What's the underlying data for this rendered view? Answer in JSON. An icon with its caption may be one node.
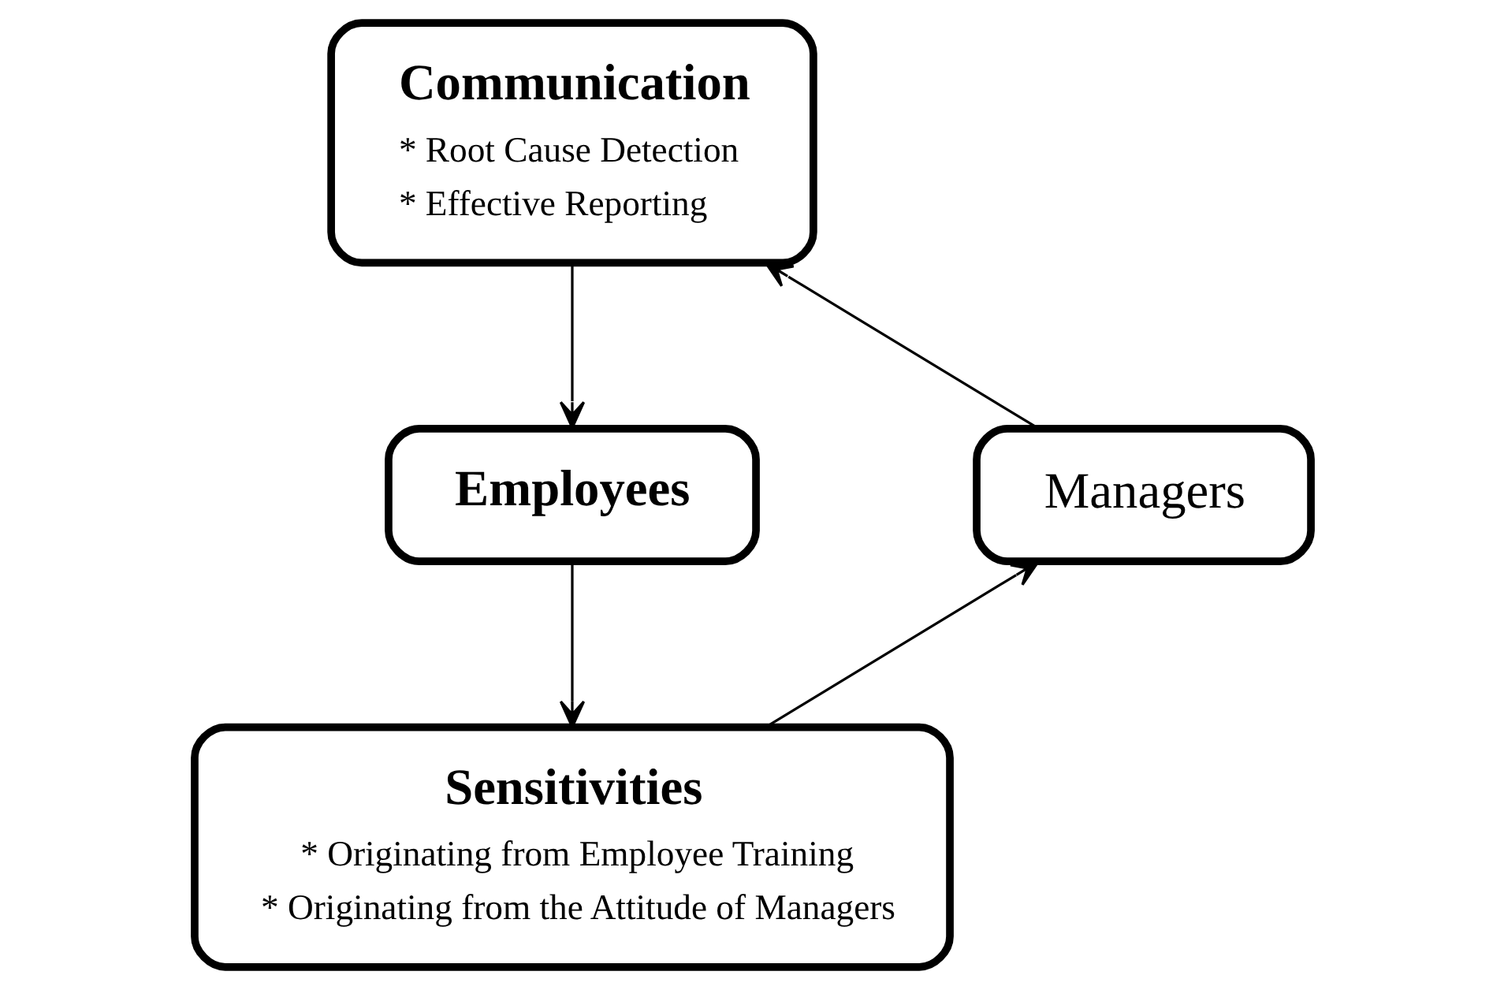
{
  "diagram": {
    "nodes": [
      {
        "text": [
          "Communication",
          "* Root Cause Detection",
          "* Effective Reporting"
        ]
      },
      {
        "text": [
          "Employees"
        ]
      },
      {
        "text": [
          "Sensitivities",
          "* Originating from Employee Training",
          "* Originating from the Attitude of Managers"
        ]
      },
      {
        "text": [
          "Managers"
        ]
      }
    ],
    "edges": [
      {
        "from": 0,
        "to": 1,
        "arrow": "to"
      },
      {
        "from": 1,
        "to": 2,
        "arrow": "to"
      },
      {
        "from": 2,
        "to": 3,
        "arrow": "to"
      },
      {
        "from": 3,
        "to": 0,
        "arrow": "to"
      }
    ]
  }
}
